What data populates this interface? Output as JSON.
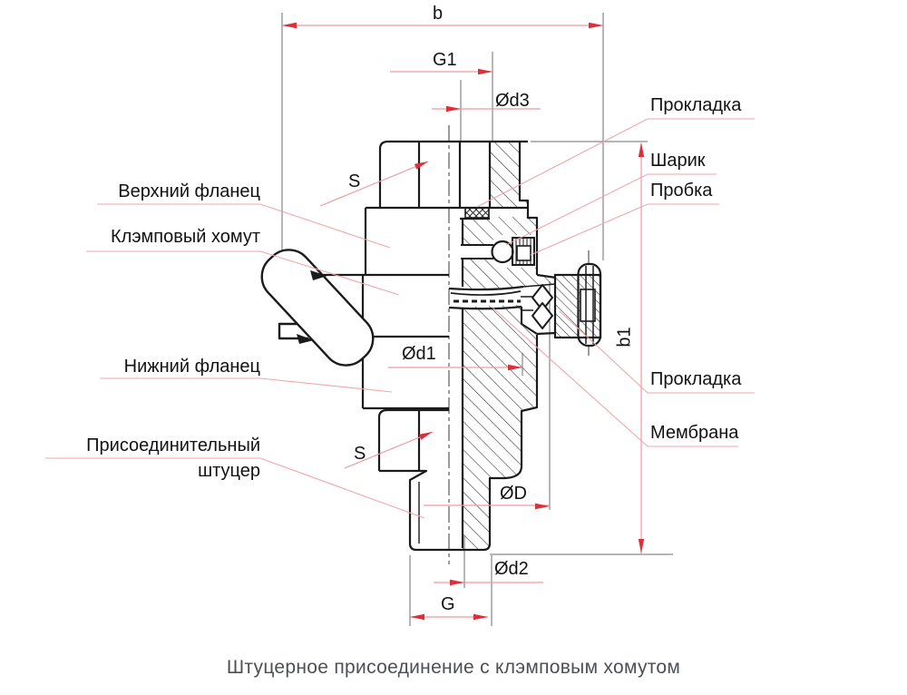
{
  "caption": "Штуцерное присоединение с клэмповым хомутом",
  "colors": {
    "outline": "#1b1b1d",
    "hatch": "#2b2b2b",
    "dim_line": "#ee9aa0",
    "arrow": "#dc2f39",
    "thin_line": "#6e6e6e",
    "label": "#121212",
    "caption": "#4c4f54"
  },
  "labels_left": [
    {
      "id": "upper-flange",
      "line1": "Верхний фланец",
      "line2": ""
    },
    {
      "id": "clamp-collar",
      "line1": "Клэмповый хомут",
      "line2": ""
    },
    {
      "id": "lower-flange",
      "line1": "Нижний фланец",
      "line2": ""
    },
    {
      "id": "connection-fitting",
      "line1": "Присоединительный",
      "line2": "штуцер"
    }
  ],
  "labels_right": [
    {
      "id": "gasket-top",
      "text": "Прокладка"
    },
    {
      "id": "ball",
      "text": "Шарик"
    },
    {
      "id": "plug",
      "text": "Пробка"
    },
    {
      "id": "gasket-side",
      "text": "Прокладка"
    },
    {
      "id": "membrane",
      "text": "Мембрана"
    }
  ],
  "dimensions": {
    "b": "b",
    "g1": "G1",
    "d3": "Ød3",
    "b1": "b1",
    "d1": "Ød1",
    "D": "ØD",
    "d2": "Ød2",
    "g": "G",
    "s_top": "S",
    "s_bottom": "S"
  }
}
